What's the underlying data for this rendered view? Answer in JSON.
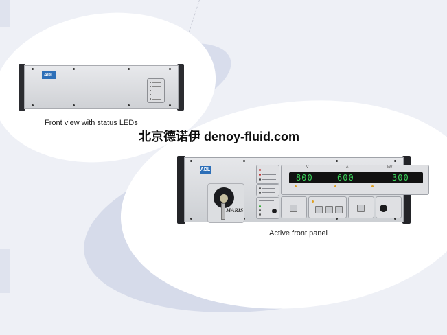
{
  "captions": {
    "front_view": "Front view with status LEDs",
    "active_panel": "Active front panel"
  },
  "watermark": "北京德诺伊 denoy-fluid.com",
  "device_top": {
    "logo": "ADL",
    "status_led_count": 5
  },
  "device_bottom": {
    "logo": "ADL",
    "model": "MARIS",
    "display": {
      "voltage": "800",
      "current": "600",
      "power": "300",
      "units": [
        "V",
        "A",
        "kW"
      ]
    }
  },
  "colors": {
    "background": "#eef0f6",
    "blob": "#ffffff",
    "logo_blue": "#2d6fb8",
    "led_green": "#3bd35a",
    "led_amber": "#e0a020"
  }
}
